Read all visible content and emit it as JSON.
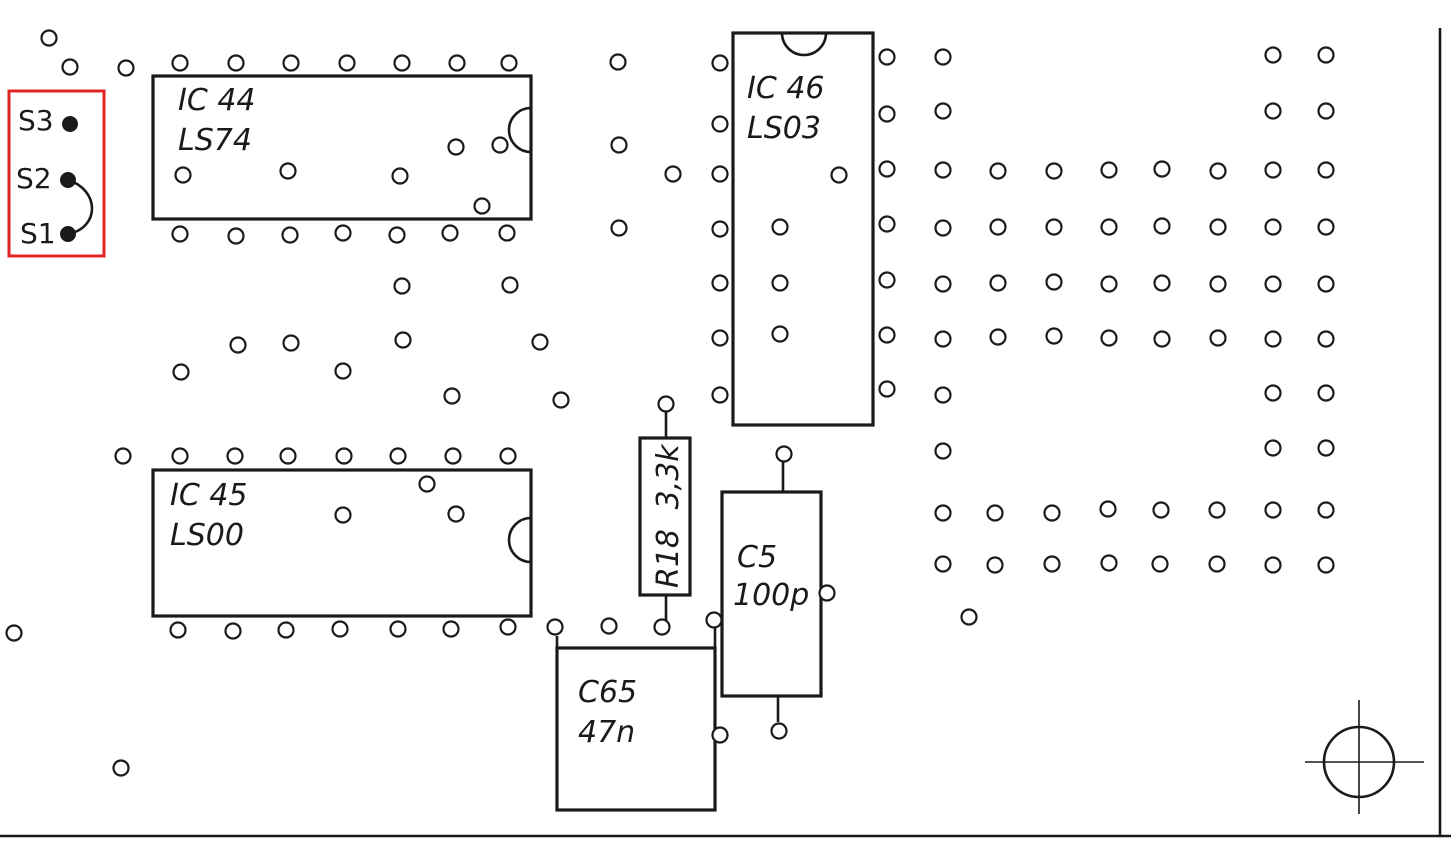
{
  "components": {
    "ic44": {
      "ref": "IC 44",
      "value": "LS74"
    },
    "ic45": {
      "ref": "IC 45",
      "value": "LS00"
    },
    "ic46": {
      "ref": "IC 46",
      "value": "LS03"
    },
    "r18": {
      "ref": "R18",
      "value": "3,3k"
    },
    "c5": {
      "ref": "C5",
      "value": "100p"
    },
    "c65": {
      "ref": "C65",
      "value": "47n"
    }
  },
  "jumper": {
    "s3": "S3",
    "s2": "S2",
    "s1": "S1",
    "bridged": "S1-S2"
  },
  "colors": {
    "ink": "#1a1a1a",
    "paper": "#ffffff",
    "highlight": "#e02424"
  }
}
